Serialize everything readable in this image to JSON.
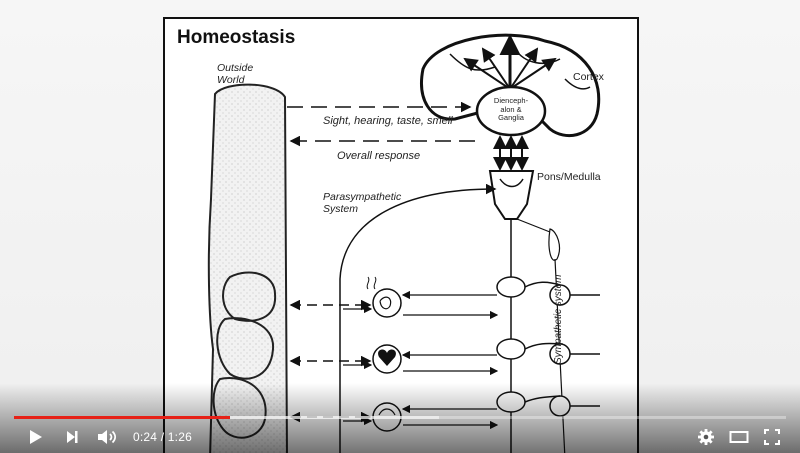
{
  "slide": {
    "title": "Homeostasis",
    "labels": {
      "outside_world": [
        "Outside",
        "World"
      ],
      "senses": "Sight, hearing, taste, smell",
      "overall_response": "Overall response",
      "cortex": "Cortex",
      "diencephalon": [
        "Dienceph-",
        "alon &",
        "Ganglia"
      ],
      "pons": "Pons/Medulla",
      "parasympathetic": [
        "Parasympathetic",
        "System"
      ],
      "sympathetic": "Sympathetic system"
    }
  },
  "player": {
    "current_time": "0:24",
    "separator": "/",
    "duration": "1:26",
    "progress_fraction": 0.28,
    "buffered_fraction": 0.55,
    "colors": {
      "played": "#e62117",
      "controls": "#ffffff"
    },
    "icons": [
      "play-icon",
      "next-icon",
      "volume-icon",
      "settings-icon",
      "theater-mode-icon",
      "fullscreen-icon"
    ]
  }
}
